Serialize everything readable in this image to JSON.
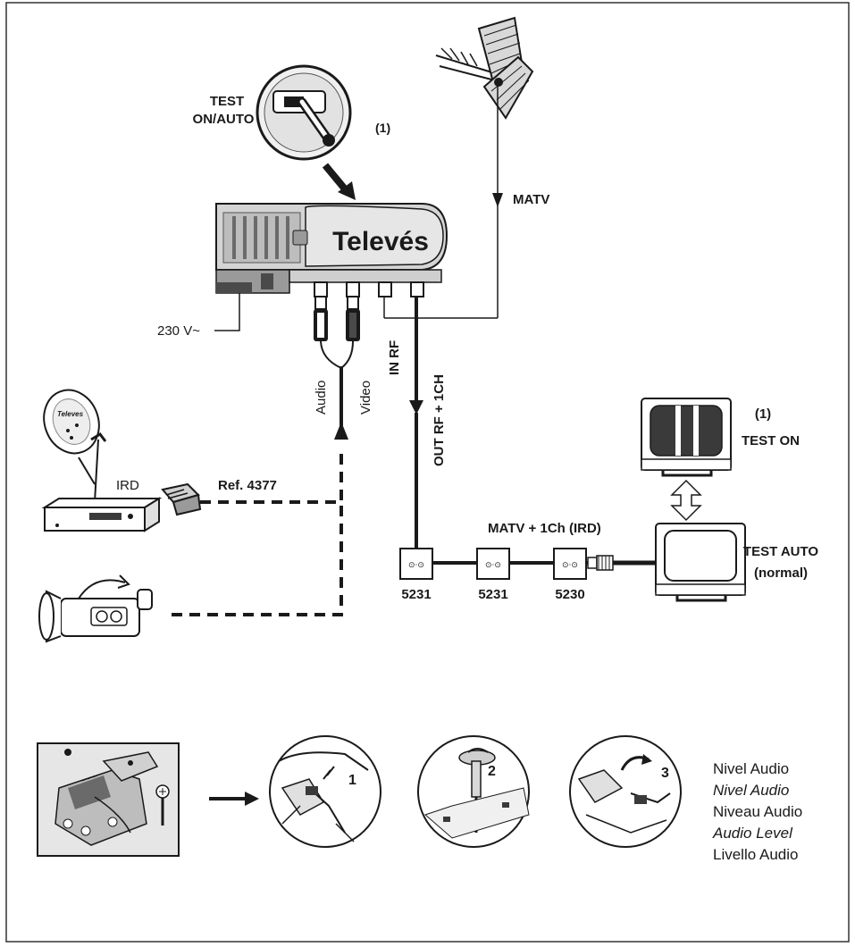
{
  "colors": {
    "ink": "#1a1a1a",
    "device_body": "#d4d4d4",
    "device_shadow": "#8a8a8a",
    "screen_dark": "#3a3a3a",
    "paper": "#ffffff"
  },
  "labels": {
    "test_switch": [
      "TEST",
      "ON/AUTO"
    ],
    "note_1_top": "(1)",
    "matv": "MATV",
    "brand": "Televés",
    "mains": "230 V~",
    "audio": "Audio",
    "video": "Video",
    "in_rf": "IN RF",
    "out_rf": "OUT RF + 1CH",
    "ird": "IRD",
    "ref_cable": "Ref. 4377",
    "matv_ird": "MATV + 1Ch (IRD)",
    "outlets": [
      "5231",
      "5231",
      "5230"
    ],
    "note_1_tv": "(1)",
    "test_on": "TEST ON",
    "test_auto": [
      "TEST AUTO",
      "(normal)"
    ],
    "dish_brand": "Televes",
    "steps": [
      "1",
      "2",
      "3"
    ],
    "audio_level": [
      "Nivel Audio",
      "Nivel Audio",
      "Niveau Audio",
      "Audio Level",
      "Livello Audio"
    ]
  },
  "icons": {
    "test_switch": "test-switch-closeup-icon",
    "antenna": "yagi-antenna-icon",
    "modulator": "televes-modulator-icon",
    "dish": "satellite-dish-icon",
    "receiver": "ird-receiver-icon",
    "scart": "scart-plug-icon",
    "camera": "video-camera-icon",
    "tv_on": "tv-test-pattern-icon",
    "tv_auto": "tv-normal-icon",
    "arrow_double": "double-arrow-icon"
  }
}
